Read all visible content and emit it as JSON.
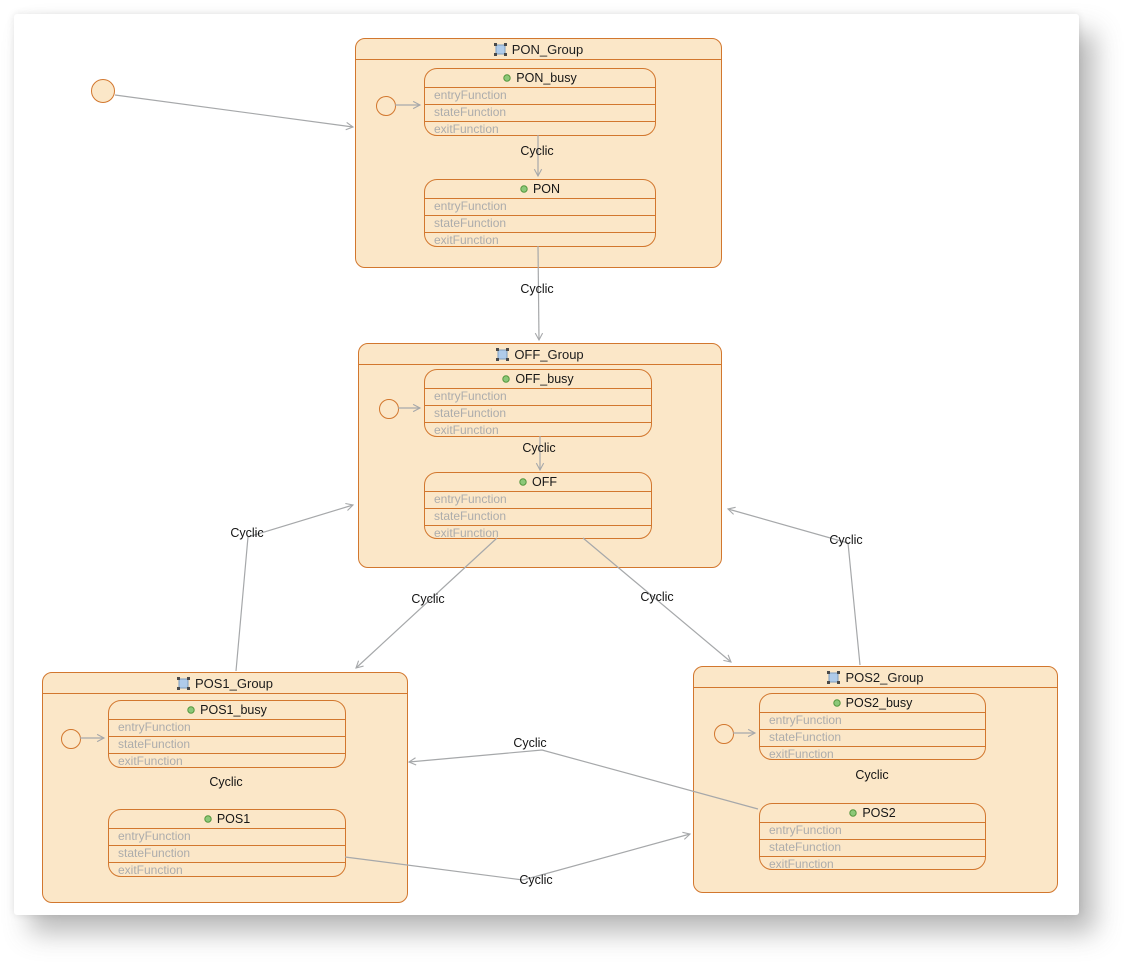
{
  "diagram": {
    "type": "state-machine",
    "start_node": {
      "name": "initial-state"
    },
    "groups": [
      {
        "title": "PON_Group",
        "states": [
          {
            "name": "PON_busy",
            "functions": [
              "entryFunction",
              "stateFunction",
              "exitFunction"
            ]
          },
          {
            "name": "PON",
            "functions": [
              "entryFunction",
              "stateFunction",
              "exitFunction"
            ]
          }
        ]
      },
      {
        "title": "OFF_Group",
        "states": [
          {
            "name": "OFF_busy",
            "functions": [
              "entryFunction",
              "stateFunction",
              "exitFunction"
            ]
          },
          {
            "name": "OFF",
            "functions": [
              "entryFunction",
              "stateFunction",
              "exitFunction"
            ]
          }
        ]
      },
      {
        "title": "POS1_Group",
        "states": [
          {
            "name": "POS1_busy",
            "functions": [
              "entryFunction",
              "stateFunction",
              "exitFunction"
            ]
          },
          {
            "name": "POS1",
            "functions": [
              "entryFunction",
              "stateFunction",
              "exitFunction"
            ]
          }
        ]
      },
      {
        "title": "POS2_Group",
        "states": [
          {
            "name": "POS2_busy",
            "functions": [
              "entryFunction",
              "stateFunction",
              "exitFunction"
            ]
          },
          {
            "name": "POS2",
            "functions": [
              "entryFunction",
              "stateFunction",
              "exitFunction"
            ]
          }
        ]
      }
    ],
    "transitions": [
      {
        "from": "PON_busy",
        "to": "PON",
        "label": "Cyclic"
      },
      {
        "from": "PON_Group",
        "to": "OFF_Group",
        "label": "Cyclic"
      },
      {
        "from": "OFF_busy",
        "to": "OFF",
        "label": "Cyclic"
      },
      {
        "from": "OFF",
        "to": "POS1_Group",
        "label": "Cyclic"
      },
      {
        "from": "OFF",
        "to": "POS2_Group",
        "label": "Cyclic"
      },
      {
        "from": "POS1_Group",
        "to": "OFF_Group",
        "label": "Cyclic"
      },
      {
        "from": "POS2_Group",
        "to": "OFF_Group",
        "label": "Cyclic"
      },
      {
        "from": "POS2",
        "to": "POS1_Group",
        "label": "Cyclic"
      },
      {
        "from": "POS1",
        "to": "POS2_Group",
        "label": "Cyclic"
      },
      {
        "from": "POS1_busy",
        "to": "POS1",
        "label": "Cyclic"
      },
      {
        "from": "POS2_busy",
        "to": "POS2",
        "label": "Cyclic"
      }
    ],
    "initial_transitions": [
      {
        "from": "initial-state",
        "to": "PON_Group"
      },
      {
        "from": "initial-PON_Group",
        "to": "PON_busy"
      },
      {
        "from": "initial-OFF_Group",
        "to": "OFF_busy"
      },
      {
        "from": "initial-POS1_Group",
        "to": "POS1_busy"
      },
      {
        "from": "initial-POS2_Group",
        "to": "POS2_busy"
      }
    ],
    "colors": {
      "group_fill": "#FBE7C8",
      "group_border": "#D2772E",
      "edge_gray": "#A6A8AA",
      "state_name_text": "#161616",
      "function_text": "#ACACAC",
      "group_icon_blue": "#AFCBEA",
      "state_dot_green": "#8CC878"
    }
  }
}
